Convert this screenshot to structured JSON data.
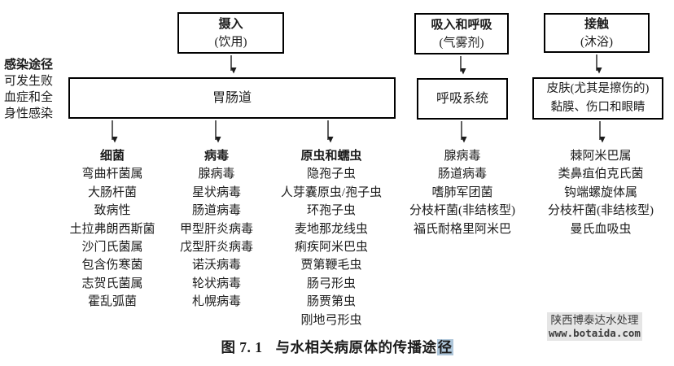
{
  "palette": {
    "text": "#1c1c1c",
    "box_border": "#000000",
    "caption_highlight": "#aec6da",
    "watermark_bg": "#e5e5e5"
  },
  "left_note": {
    "title": "感染途径",
    "lines": [
      "可发生败",
      "血症和全",
      "身性感染"
    ]
  },
  "top_boxes": [
    {
      "title": "摄入",
      "subtitle": "(饮用)"
    },
    {
      "title": "吸入和呼吸",
      "subtitle": "(气雾剂)"
    },
    {
      "title": "接触",
      "subtitle": "(沐浴)"
    }
  ],
  "mid_boxes": [
    {
      "lines": [
        "胃肠道"
      ]
    },
    {
      "lines": [
        "呼吸系统"
      ]
    },
    {
      "lines": [
        "皮肤(尤其是擦伤的)",
        "黏膜、伤口和眼睛"
      ]
    }
  ],
  "columns": [
    {
      "header": "细菌",
      "items": [
        "弯曲杆菌属",
        "大肠杆菌",
        "致病性",
        "土拉弗朗西斯菌",
        "沙门氏菌属",
        "包含伤寒菌",
        "志贺氏菌属",
        "霍乱弧菌"
      ]
    },
    {
      "header": "病毒",
      "items": [
        "腺病毒",
        "星状病毒",
        "肠道病毒",
        "甲型肝炎病毒",
        "戊型肝炎病毒",
        "诺沃病毒",
        "轮状病毒",
        "札幌病毒"
      ]
    },
    {
      "header": "原虫和蠕虫",
      "items": [
        "隐孢子虫",
        "人芽囊原虫/孢子虫",
        "环孢子虫",
        "麦地那龙线虫",
        "痢疾阿米巴虫",
        "贾第鞭毛虫",
        "肠弓形虫",
        "肠贾第虫",
        "刚地弓形虫"
      ]
    },
    {
      "header": "",
      "items": [
        "腺病毒",
        "肠道病毒",
        "嗜肺军团菌",
        "分枝杆菌(非结核型)",
        "福氏耐格里阿米巴"
      ]
    },
    {
      "header": "",
      "items": [
        "棘阿米巴属",
        "类鼻疽伯克氏菌",
        "钩端螺旋体属",
        "分枝杆菌(非结核型)",
        "曼氏血吸虫"
      ]
    }
  ],
  "caption": {
    "prefix": "图 7. 1",
    "text": "与水相关病原体的传播途",
    "highlighted": "径"
  },
  "watermark": {
    "line1": "陕西博泰达水处理",
    "line2": "www.botaida.com"
  }
}
